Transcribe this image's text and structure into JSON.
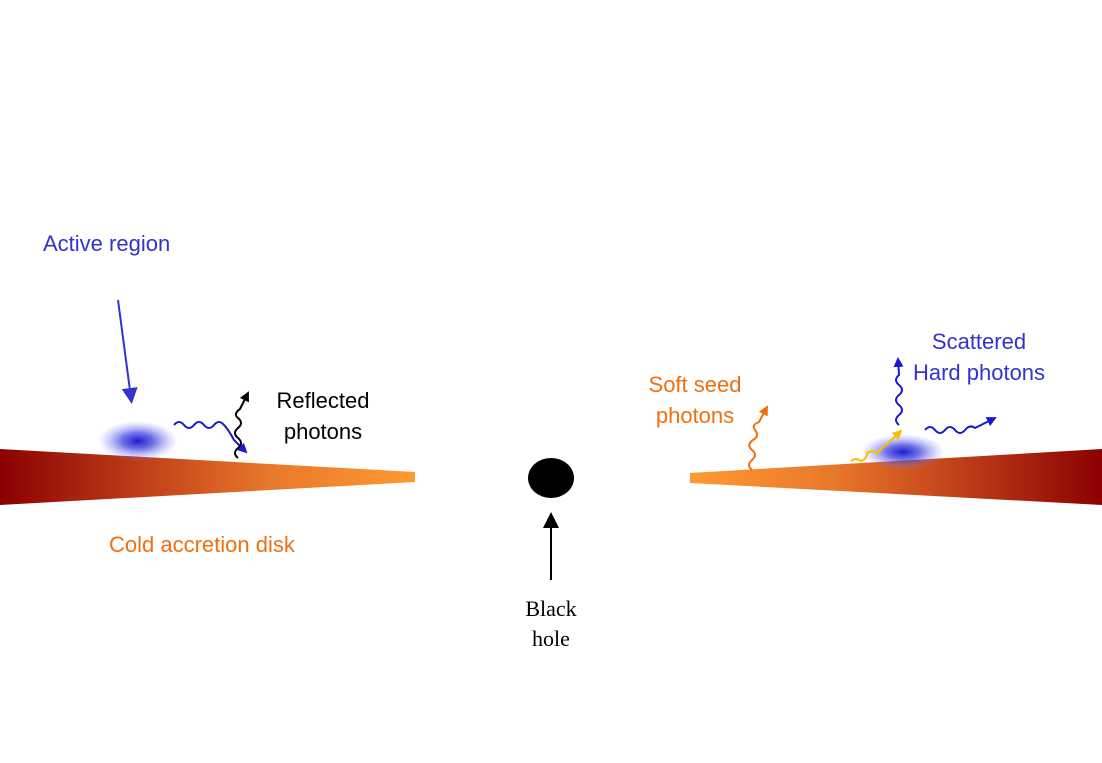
{
  "labels": {
    "active_region": "Active region",
    "reflected_line1": "Reflected",
    "reflected_line2": "photons",
    "cold_disk": "Cold accretion disk",
    "black_hole_line1": "Black",
    "black_hole_line2": "hole",
    "soft_seed_line1": "Soft seed",
    "soft_seed_line2": "photons",
    "scattered_line1": "Scattered",
    "scattered_line2": "Hard photons"
  },
  "colors": {
    "blue_label": "#3333cc",
    "orange_label": "#f07010",
    "black": "#000000",
    "disk_inner": "#ff9933",
    "disk_outer": "#8b0000",
    "hard_photon": "#1a1acc",
    "reflected_photon": "#000000",
    "soft_photon": "#f07010",
    "seed_photon_yellow": "#f5c000",
    "active_region_glow": "#2020dd"
  }
}
